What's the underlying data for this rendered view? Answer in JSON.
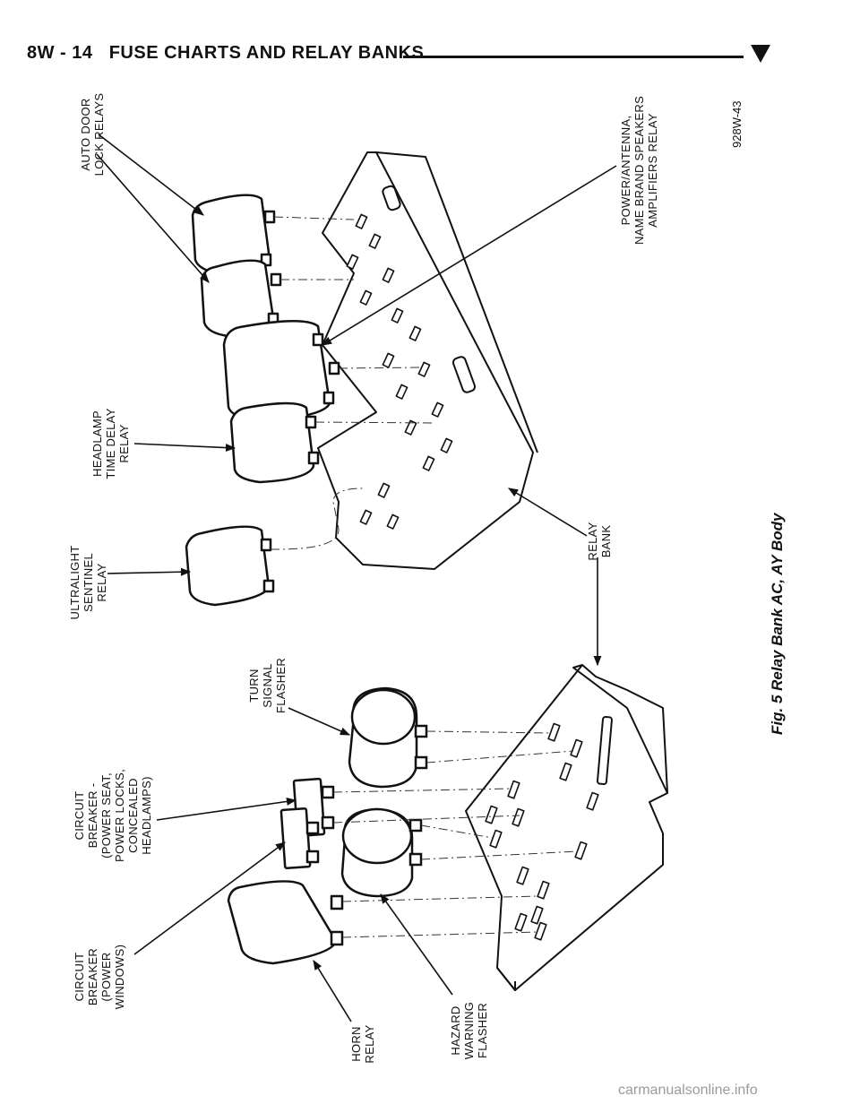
{
  "header": {
    "page_ref": "8W - 14",
    "title": "FUSE CHARTS AND RELAY BANKS"
  },
  "figure": {
    "caption": "Fig. 5 Relay Bank AC, AY Body",
    "code": "928W-43",
    "labels": {
      "auto_door_lock_relays": [
        "AUTO DOOR",
        "LOCK RELAYS"
      ],
      "power_antenna": [
        "POWER/ANTENNA,",
        "NAME BRAND SPEAKERS",
        "AMPLIFIERS RELAY"
      ],
      "headlamp_time_delay": [
        "HEADLAMP",
        "TIME DELAY",
        "RELAY"
      ],
      "ultralight_sentinel": [
        "ULTRALIGHT",
        "SENTINEL",
        "RELAY"
      ],
      "relay_bank": [
        "RELAY",
        "BANK"
      ],
      "turn_signal_flasher": [
        "TURN",
        "SIGNAL",
        "FLASHER"
      ],
      "circuit_breaker_seat": [
        "CIRCUIT",
        "BREAKER -",
        "(POWER SEAT,",
        "POWER LOCKS,",
        "CONCEALED",
        "HEADLAMPS)"
      ],
      "circuit_breaker_windows": [
        "CIRCUIT",
        "BREAKER",
        "(POWER",
        "WINDOWS)"
      ],
      "horn_relay": [
        "HORN",
        "RELAY"
      ],
      "hazard_warning_flasher": [
        "HAZARD",
        "WARNING",
        "FLASHER"
      ]
    }
  },
  "footer": {
    "watermark": "carmanualsonline.info"
  }
}
